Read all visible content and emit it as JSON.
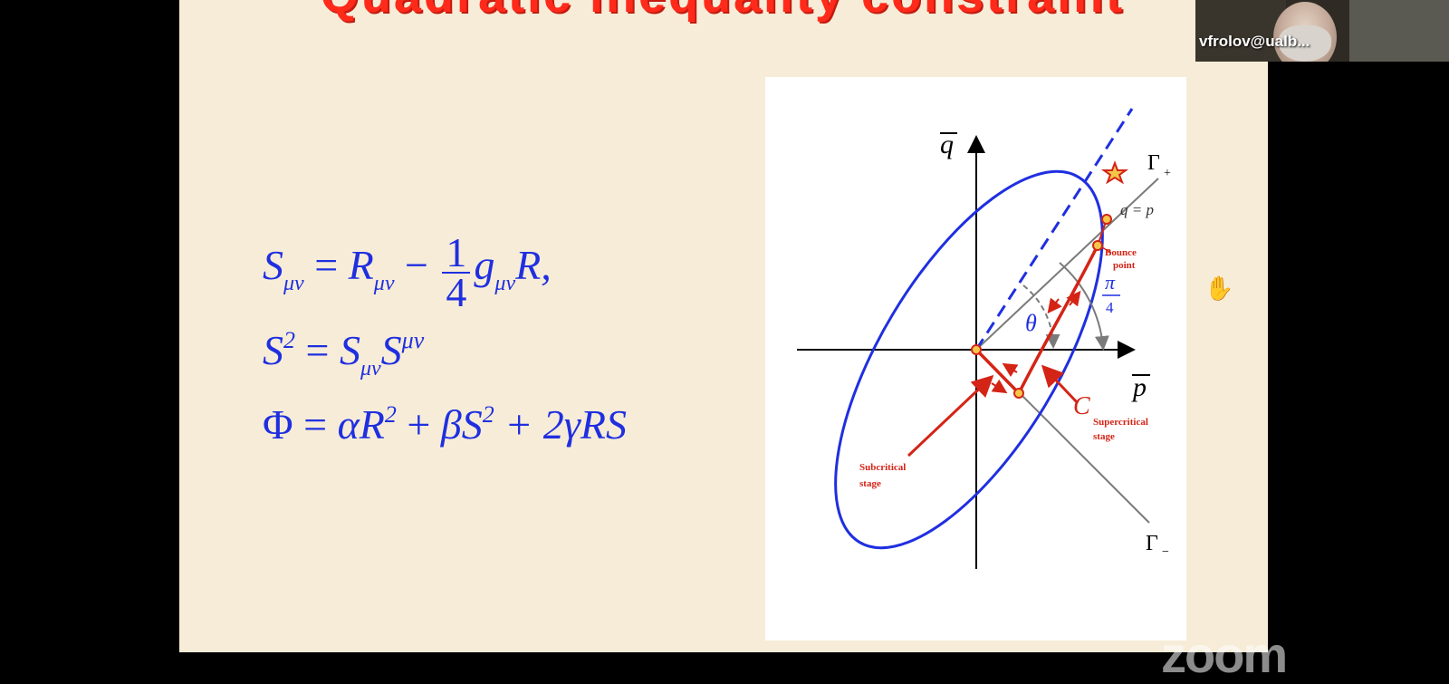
{
  "slide": {
    "title": "Quadratic inequality constraint",
    "equations": {
      "eq1": {
        "S": "S",
        "sub_muv": "μν",
        "eq": " = ",
        "R": "R",
        "minus": " − ",
        "num": "1",
        "den": "4",
        "g": "g",
        "tail": "R,"
      },
      "eq2": {
        "S": "S",
        "sup2": "2",
        "eq": " = ",
        "Smn": "S",
        "sub_muv": "μν",
        "S2": "S",
        "sup_muv": "μν"
      },
      "eq3": {
        "Phi": "Φ",
        "eq": " = ",
        "alpha": "αR",
        "sup2": "2",
        "plus1": " + ",
        "beta": "βS",
        "plus2": " + 2γRS"
      }
    },
    "figure": {
      "axis_q": "q",
      "axis_p": "p",
      "gamma_plus": "Γ",
      "gamma_plus_sub": "+",
      "gamma_minus": "Γ",
      "gamma_minus_sub": "−",
      "q_eq_p": "q = p",
      "bounce_1": "Bounce",
      "bounce_2": "point",
      "pi": "π",
      "four": "4",
      "theta": "θ",
      "c_label": "C",
      "super_1": "Supercritical",
      "super_2": "stage",
      "sub_1": "Subcritical",
      "sub_2": "stage",
      "colors": {
        "ellipse": "#1f2fe0",
        "path": "#d42416",
        "lines": "#7a7a7a"
      }
    }
  },
  "webcam": {
    "label": "vfrolov@ualb..."
  },
  "watermark": {
    "text": "zoom"
  },
  "cursor": {
    "icon": "hand-cursor-icon"
  }
}
